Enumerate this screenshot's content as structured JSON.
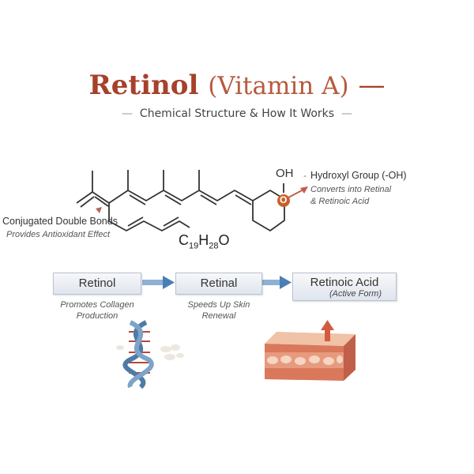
{
  "title": {
    "part1": "Retinol",
    "part2": "(Vitamin A)",
    "part3": "—"
  },
  "subtitle": {
    "dash_left": "—",
    "text": "Chemical Structure & How It Works",
    "dash_right": "—"
  },
  "molecule": {
    "hydroxyl_symbol": "OH",
    "oxygen_symbol": "O",
    "formula": {
      "c": "C",
      "c_count": "19",
      "h": "H",
      "h_count": "28",
      "o": "O"
    },
    "left_annotation": {
      "title": "Conjugated Double Bonds",
      "desc": "Provides Antioxidant Effect"
    },
    "right_annotation": {
      "dash": "-",
      "title": "Hydroxyl Group (-OH)",
      "desc1": "Converts into Retinal",
      "desc2": "& Retinoic Acid"
    }
  },
  "pathway": {
    "steps": [
      {
        "label": "Retinol",
        "caption1": "Promotes Collagen",
        "caption2": "Production"
      },
      {
        "label": "Retinal",
        "caption1": "Speeds Up Skin",
        "caption2": "Renewal"
      },
      {
        "label": "Retinoic Acid",
        "sublabel": "(Active Form)"
      }
    ]
  },
  "colors": {
    "accent": "#a6412b",
    "arrow_blue": "#4a7fb5",
    "oxygen": "#c8602c"
  }
}
